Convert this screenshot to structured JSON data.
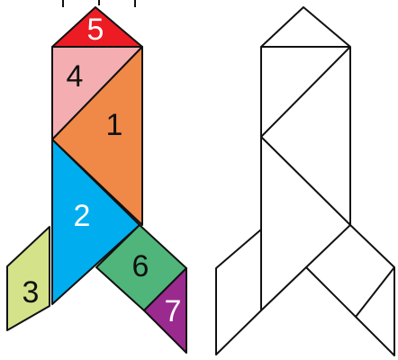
{
  "pieces": {
    "p1": {
      "label": "1",
      "color": "#f08848",
      "label_color": "#111111"
    },
    "p2": {
      "label": "2",
      "color": "#00aeef",
      "label_color": "#ffffff"
    },
    "p3": {
      "label": "3",
      "color": "#d4e38a",
      "label_color": "#111111"
    },
    "p4": {
      "label": "4",
      "color": "#f4aeb2",
      "label_color": "#111111"
    },
    "p5": {
      "label": "5",
      "color": "#ed1c24",
      "label_color": "#ffffff"
    },
    "p6": {
      "label": "6",
      "color": "#4fb57a",
      "label_color": "#111111"
    },
    "p7": {
      "label": "7",
      "color": "#9b2a8f",
      "label_color": "#ffffff"
    }
  },
  "outline_color": "#111111",
  "background_color": "#ffffff"
}
